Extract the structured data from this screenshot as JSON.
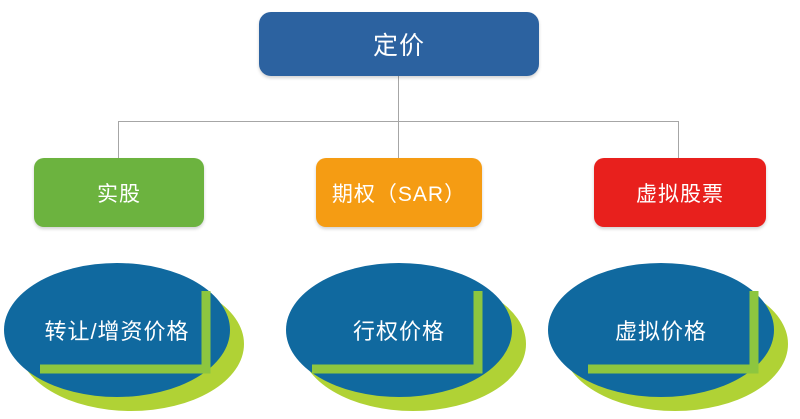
{
  "diagram": {
    "title_node": {
      "label": "定价",
      "color": "#2c62a0"
    },
    "branches": [
      {
        "label": "实股",
        "color": "#6cb33f",
        "name": "real-stock"
      },
      {
        "label": "期权（SAR）",
        "color": "#f59c13",
        "name": "option-sar"
      },
      {
        "label": "虚拟股票",
        "color": "#e8201d",
        "name": "virtual-stock"
      }
    ],
    "outcomes": [
      {
        "label": "转让/增资价格",
        "fill": "#10699f",
        "shadow": "#b0d235",
        "name": "transfer-capital-increase-price"
      },
      {
        "label": "行权价格",
        "fill": "#10699f",
        "shadow": "#b0d235",
        "name": "exercise-price"
      },
      {
        "label": "虚拟价格",
        "fill": "#10699f",
        "shadow": "#b0d235",
        "name": "virtual-price"
      }
    ],
    "connector_color": "#a6a6a6",
    "bracket_color": "#8dc63f"
  }
}
